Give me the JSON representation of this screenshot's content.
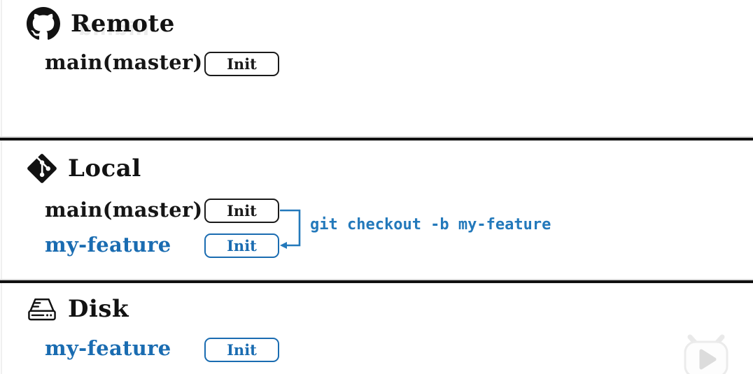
{
  "colors": {
    "accent_blue": "#1a6cb1",
    "command_blue": "#2379bb",
    "line_black": "#101010"
  },
  "watermarks": {
    "site_text": "bilibili",
    "player_logo": "bilibili-tv-play-icon"
  },
  "sections": {
    "remote": {
      "title": "Remote",
      "icon": "github-icon",
      "rows": [
        {
          "branch": "main(master)",
          "commit": "Init"
        }
      ]
    },
    "local": {
      "title": "Local",
      "icon": "git-icon",
      "rows": [
        {
          "branch": "main(master)",
          "commit": "Init"
        },
        {
          "branch": "my-feature",
          "commit": "Init"
        }
      ],
      "command": "git checkout -b my-feature"
    },
    "disk": {
      "title": "Disk",
      "icon": "disk-icon",
      "rows": [
        {
          "branch": "my-feature",
          "commit": "Init"
        }
      ]
    }
  }
}
